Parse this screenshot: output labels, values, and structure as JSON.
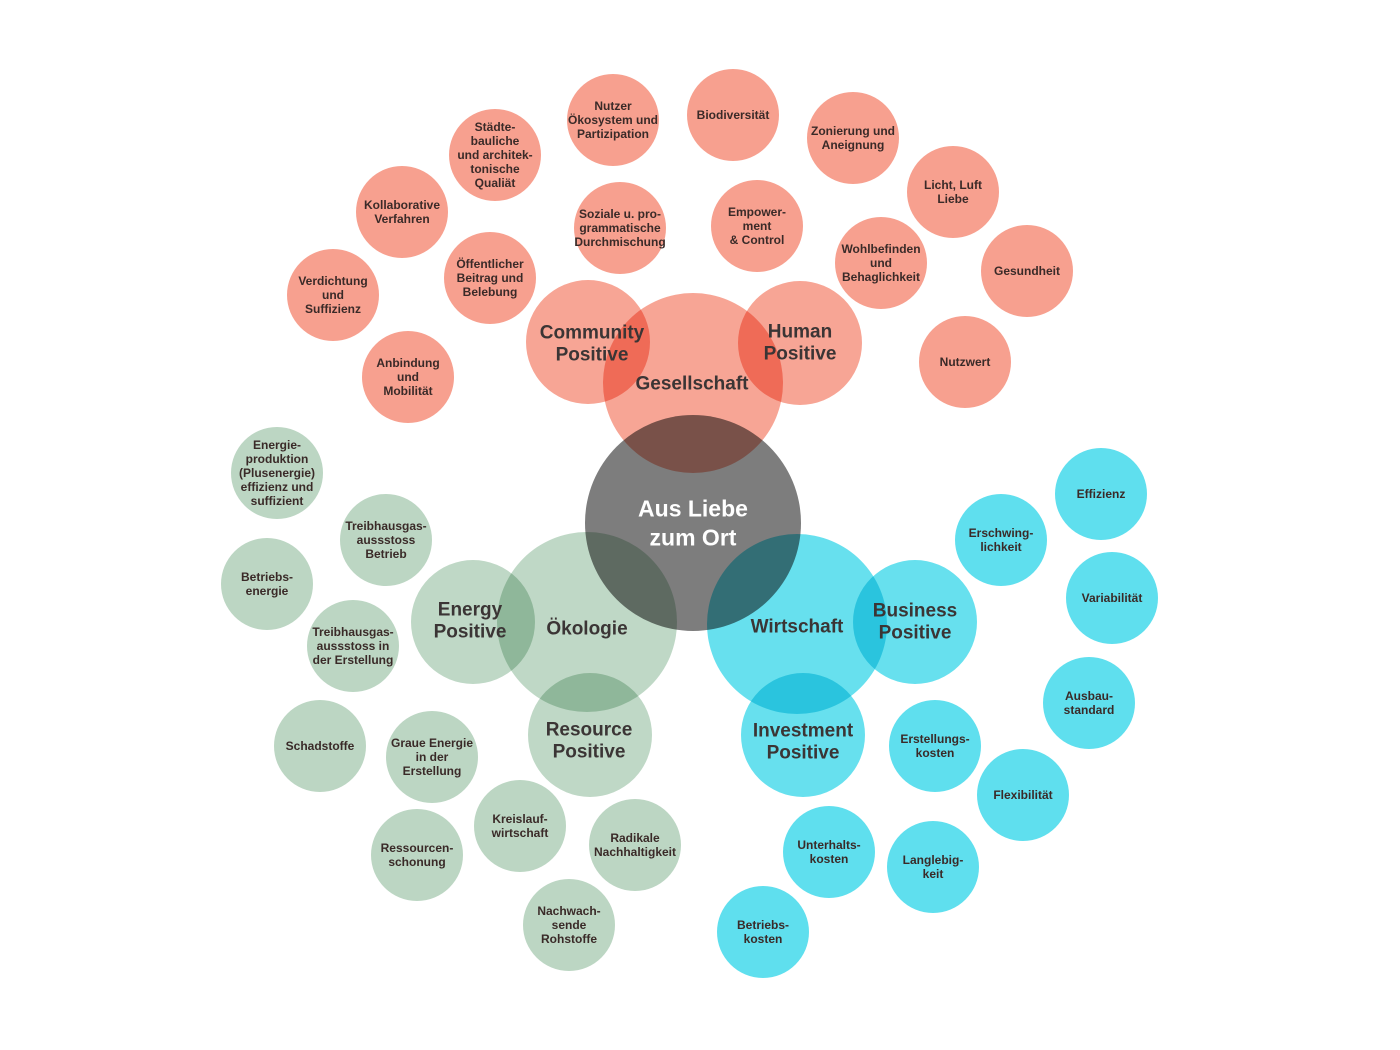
{
  "colors": {
    "gesellschaft": "#f7a08f",
    "oekologie": "#bcd6c3",
    "wirtschaft": "#5fdfee",
    "center": "#767676"
  },
  "center": {
    "label": "Aus Liebe\nzum Ort"
  },
  "main": [
    {
      "id": "gesellschaft",
      "label": "Gesellschaft",
      "group": "gesellschaft"
    },
    {
      "id": "community-positive",
      "label": "Community\nPositive",
      "group": "gesellschaft"
    },
    {
      "id": "human-positive",
      "label": "Human\nPositive",
      "group": "gesellschaft"
    },
    {
      "id": "oekologie",
      "label": "Ökologie",
      "group": "oekologie"
    },
    {
      "id": "energy-positive",
      "label": "Energy\nPositive",
      "group": "oekologie"
    },
    {
      "id": "resource-positive",
      "label": "Resource\nPositive",
      "group": "oekologie"
    },
    {
      "id": "wirtschaft",
      "label": "Wirtschaft",
      "group": "wirtschaft"
    },
    {
      "id": "business-positive",
      "label": "Business\nPositive",
      "group": "wirtschaft"
    },
    {
      "id": "investment-positive",
      "label": "Investment\nPositive",
      "group": "wirtschaft"
    }
  ],
  "nodes": [
    {
      "label": "Nutzer\nÖkosystem und\nPartizipation",
      "group": "gesellschaft"
    },
    {
      "label": "Biodiversität",
      "group": "gesellschaft"
    },
    {
      "label": "Städte-\nbauliche\nund architek-\ntonische\nQualiät",
      "group": "gesellschaft"
    },
    {
      "label": "Zonierung und\nAneignung",
      "group": "gesellschaft"
    },
    {
      "label": "Kollaborative\nVerfahren",
      "group": "gesellschaft"
    },
    {
      "label": "Soziale u. pro-\ngrammatische\nDurchmischung",
      "group": "gesellschaft"
    },
    {
      "label": "Empower-\nment\n& Control",
      "group": "gesellschaft"
    },
    {
      "label": "Licht, Luft\nLiebe",
      "group": "gesellschaft"
    },
    {
      "label": "Wohlbefinden\nund\nBehaglichkeit",
      "group": "gesellschaft"
    },
    {
      "label": "Verdichtung\nund\nSuffizienz",
      "group": "gesellschaft"
    },
    {
      "label": "Öffentlicher\nBeitrag und\nBelebung",
      "group": "gesellschaft"
    },
    {
      "label": "Gesundheit",
      "group": "gesellschaft"
    },
    {
      "label": "Anbindung\nund\nMobilität",
      "group": "gesellschaft"
    },
    {
      "label": "Nutzwert",
      "group": "gesellschaft"
    },
    {
      "label": "Energie-\nproduktion\n(Plusenergie)\neffizienz und\nsuffizient",
      "group": "oekologie"
    },
    {
      "label": "Treibhausgas-\naussstoss\nBetrieb",
      "group": "oekologie"
    },
    {
      "label": "Betriebs-\nenergie",
      "group": "oekologie"
    },
    {
      "label": "Treibhausgas-\naussstoss in\nder Erstellung",
      "group": "oekologie"
    },
    {
      "label": "Schadstoffe",
      "group": "oekologie"
    },
    {
      "label": "Graue Energie\nin der\nErstellung",
      "group": "oekologie"
    },
    {
      "label": "Kreislauf-\nwirtschaft",
      "group": "oekologie"
    },
    {
      "label": "Ressourcen-\nschonung",
      "group": "oekologie"
    },
    {
      "label": "Radikale\nNachhaltigkeit",
      "group": "oekologie"
    },
    {
      "label": "Nachwach-\nsende\nRohstoffe",
      "group": "oekologie"
    },
    {
      "label": "Effizienz",
      "group": "wirtschaft"
    },
    {
      "label": "Erschwing-\nlichkeit",
      "group": "wirtschaft"
    },
    {
      "label": "Variabilität",
      "group": "wirtschaft"
    },
    {
      "label": "Ausbau-\nstandard",
      "group": "wirtschaft"
    },
    {
      "label": "Erstellungs-\nkosten",
      "group": "wirtschaft"
    },
    {
      "label": "Flexibilität",
      "group": "wirtschaft"
    },
    {
      "label": "Unterhalts-\nkosten",
      "group": "wirtschaft"
    },
    {
      "label": "Langlebig-\nkeit",
      "group": "wirtschaft"
    },
    {
      "label": "Betriebs-\nkosten",
      "group": "wirtschaft"
    }
  ]
}
